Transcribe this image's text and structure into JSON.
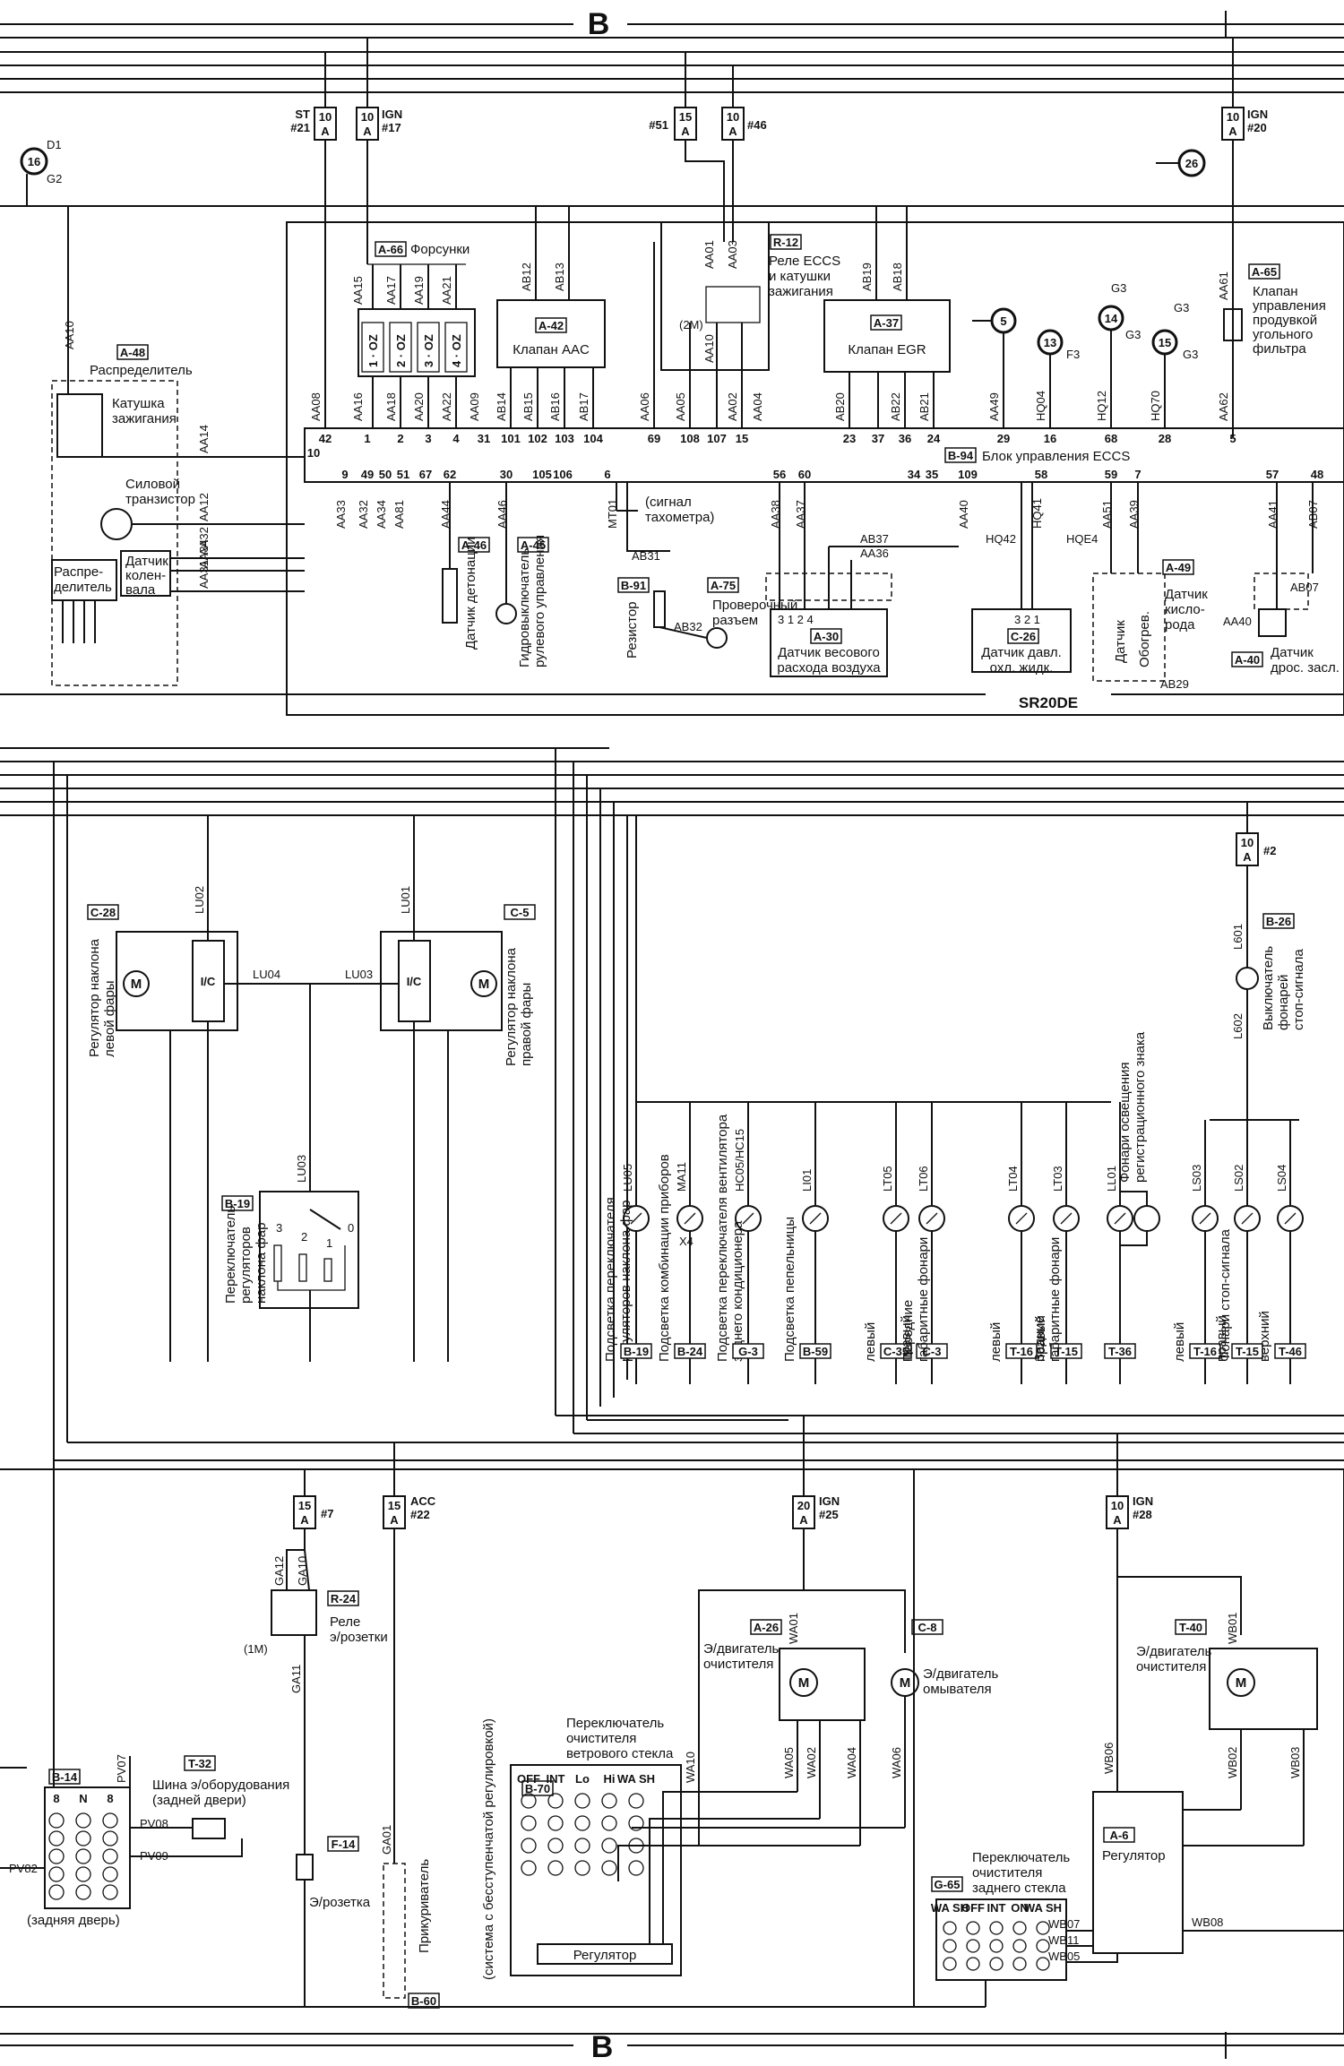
{
  "marker_B": "B",
  "engine_label": "SR20DE",
  "fuses": [
    {
      "id": "st21",
      "amp": "10",
      "unit": "A",
      "name": "ST",
      "num": "#21"
    },
    {
      "id": "ign17",
      "amp": "10",
      "unit": "A",
      "name": "IGN",
      "num": "#17"
    },
    {
      "id": "f51",
      "amp": "15",
      "unit": "A",
      "name": "",
      "num": "#51"
    },
    {
      "id": "f46",
      "amp": "10",
      "unit": "A",
      "name": "",
      "num": "#46"
    },
    {
      "id": "ign20",
      "amp": "10",
      "unit": "A",
      "name": "IGN",
      "num": "#20"
    },
    {
      "id": "f2",
      "amp": "10",
      "unit": "A",
      "name": "",
      "num": "#2"
    },
    {
      "id": "f7",
      "amp": "15",
      "unit": "A",
      "name": "",
      "num": "#7"
    },
    {
      "id": "acc22",
      "amp": "15",
      "unit": "A",
      "name": "ACC",
      "num": "#22"
    },
    {
      "id": "ign25",
      "amp": "20",
      "unit": "A",
      "name": "IGN",
      "num": "#25"
    },
    {
      "id": "ign28",
      "amp": "10",
      "unit": "A",
      "name": "IGN",
      "num": "#28"
    }
  ],
  "top": {
    "ref16": "16",
    "ref16_d1": "D1",
    "ref16_g2": "G2",
    "ref26": "26",
    "distributor_tag": "A-48",
    "distributor": "Распределитель",
    "ign_coil": [
      "Катушка",
      "зажигания"
    ],
    "power_transistor": [
      "Силовой",
      "транзистор"
    ],
    "crank_sensor": [
      "Датчик",
      "колен-",
      "вала"
    ],
    "distributor_inner": [
      "Распре-",
      "делитель"
    ],
    "injectors_tag": "A-66",
    "injectors": "Форсунки",
    "injector_cells": [
      "1 · OZ",
      "2 · OZ",
      "3 · OZ",
      "4 · OZ"
    ],
    "aac_tag": "A-42",
    "aac": "Клапан AAC",
    "eccs_relay_tag": "R-12",
    "eccs_relay": [
      "Реле ECCS",
      "и катушки",
      "зажигания"
    ],
    "relay_2m": "(2M)",
    "egr_tag": "A-37",
    "egr": "Клапан EGR",
    "ref5": "5",
    "ref13": "13",
    "ref13_f3": "F3",
    "ref14": "14",
    "ref14_g3a": "G3",
    "ref14_g3b": "G3",
    "ref15": "15",
    "ref15_g3a": "G3",
    "ref15_g3b": "G3",
    "purge_tag": "A-65",
    "purge": [
      "Клапан",
      "управления",
      "продувкой",
      "угольного",
      "фильтра"
    ],
    "ecu_tag": "B-94",
    "ecu": "Блок управления ECCS",
    "ecu_top_pins": [
      "42",
      "1",
      "2",
      "3",
      "4",
      "31",
      "101",
      "102",
      "103",
      "104",
      "69",
      "108",
      "107",
      "15",
      "23",
      "37",
      "36",
      "24",
      "29",
      "16",
      "68",
      "28",
      "5"
    ],
    "ecu_bot_pins": [
      "10",
      "9",
      "49",
      "50",
      "51",
      "67",
      "62",
      "30",
      "105",
      "106",
      "6",
      "56",
      "60",
      "34",
      "35",
      "109",
      "58",
      "59",
      "7",
      "57",
      "48"
    ],
    "knock_tag": "A-46",
    "knock": "Датчик детонации",
    "psw_tag": "A-45",
    "psw": [
      "Гидровыключатель",
      "рулевого управления"
    ],
    "tacho": [
      "(сигнал",
      "тахометра)"
    ],
    "resistor_tag": "B-91",
    "resistor": "Резистор",
    "check_tag": "A-75",
    "check": [
      "Проверочный",
      "разъем"
    ],
    "maf_tag": "A-30",
    "maf": [
      "Датчик весового",
      "расхода воздуха"
    ],
    "maf_pins": "3  1  2  4",
    "coolant_tag": "C-26",
    "coolant": [
      "Датчик давл.",
      "охл. жидк."
    ],
    "coolant_pins": "3 2 1",
    "o2_tag": "A-49",
    "o2_sensor": "Датчик",
    "o2_heater": "Обогрев.",
    "o2": [
      "Датчик",
      "кисло-",
      "рода"
    ],
    "tps_tag": "A-40",
    "tps": [
      "Датчик",
      "дрос. засл."
    ],
    "wires": {
      "aa10": "AA10",
      "aa14": "AA14",
      "aa12": "AA12",
      "aa32": "AA32",
      "aa34": "AA34",
      "aa31": "AA31",
      "aa08": "AA08",
      "aa15": "AA15",
      "aa17": "AA17",
      "aa19": "AA19",
      "aa21": "AA21",
      "aa16": "AA16",
      "aa18": "AA18",
      "aa20": "AA20",
      "aa22": "AA22",
      "aa09": "AA09",
      "ab12": "AB12",
      "ab13": "AB13",
      "ab14": "AB14",
      "ab15": "AB15",
      "ab16": "AB16",
      "ab17": "AB17",
      "aa01": "AA01",
      "aa03": "AA03",
      "aa10r": "AA10",
      "aa02": "AA02",
      "aa06": "AA06",
      "aa05": "AA05",
      "aa04": "AA04",
      "ab19": "AB19",
      "ab18": "AB18",
      "ab20": "AB20",
      "ab22": "AB22",
      "ab21": "AB21",
      "aa49": "AA49",
      "hq04": "HQ04",
      "hq12": "HQ12",
      "hq70": "HQ70",
      "aa61": "AA61",
      "aa62": "AA62",
      "aa33": "AA33",
      "aa32b": "AA32",
      "aa34b": "AA34",
      "aa81": "AA81",
      "aa44": "AA44",
      "aa46": "AA46",
      "mt01": "MT01",
      "ab31": "AB31",
      "ab32": "AB32",
      "aa38": "AA38",
      "aa37": "AA37",
      "ab37": "AB37",
      "aa36": "AA36",
      "aa40": "AA40",
      "hq41": "HQ41",
      "hq42": "HQ42",
      "hqe4": "HQE4",
      "aa51": "AA51",
      "aa39": "AA39",
      "aa41": "AA41",
      "ab07": "AB07",
      "ab07b": "AB07",
      "aa40b": "AA40",
      "ab29": "AB29"
    }
  },
  "mid": {
    "left_lev_tag": "C-28",
    "left_lev": [
      "Регулятор наклона",
      "левой фары"
    ],
    "right_lev_tag": "C-5",
    "right_lev": [
      "Регулятор наклона",
      "правой фары"
    ],
    "lu02": "LU02",
    "lu01": "LU01",
    "lu04": "LU04",
    "lu03": "LU03",
    "lu05": "LU05",
    "ic": "I/C",
    "lev_switch_tag": "B-19",
    "lev_switch": [
      "Переключатель",
      "регуляторов",
      "наклона фар"
    ],
    "switch_pos": [
      "3",
      "2",
      "1",
      "0"
    ],
    "stop_sw_tag": "B-26",
    "stop_sw": [
      "Выключатель",
      "фонарей",
      "стоп-сигнала"
    ],
    "l601": "L601",
    "l602": "L602",
    "plate_lamp": [
      "Фонари освещения",
      "регистрационного знака"
    ],
    "lamps": [
      {
        "wire": "LU05",
        "text": [
          "Подсветка переключателя",
          "регуляторов наклона фар"
        ],
        "tag": "B-19"
      },
      {
        "wire": "MA11",
        "text": [
          "Подсветка комбинации приборов"
        ],
        "tag": "B-24",
        "extra": "X4"
      },
      {
        "wire": "HC05/HC15",
        "text": [
          "Подсветка переключателя вентилятора",
          "заднего кондиционера"
        ],
        "tag": "G-3"
      },
      {
        "wire": "LI01",
        "text": [
          "Подсветка пепельницы"
        ],
        "tag": "B-59"
      },
      {
        "wire": "LT05",
        "text": [
          "левый"
        ],
        "tag": "C-35"
      },
      {
        "wire": "LT06",
        "text": [
          "правый"
        ],
        "tag": "C-3"
      },
      {
        "wire": "LT04",
        "text": [
          "левый"
        ],
        "tag": "T-16"
      },
      {
        "wire": "LT03",
        "text": [
          "правый"
        ],
        "tag": "T-15"
      },
      {
        "wire": "LL01",
        "text": [
          ""
        ],
        "tag": "T-36"
      },
      {
        "wire": "LS03",
        "text": [
          "левый"
        ],
        "tag": "T-16"
      },
      {
        "wire": "LS02",
        "text": [
          "правый"
        ],
        "tag": "T-15"
      },
      {
        "wire": "LS04",
        "text": [
          "верхний"
        ],
        "tag": "T-46"
      }
    ],
    "front_pos": [
      "Передние",
      "габаритные фонари"
    ],
    "rear_pos": [
      "Задние",
      "габаритные фонари"
    ],
    "stop_lamps": "Фонари стоп-сигнала"
  },
  "bottom": {
    "relay_tag": "R-24",
    "relay": [
      "Реле",
      "э/розетки"
    ],
    "relay_1m": "(1M)",
    "ga12": "GA12",
    "ga10": "GA10",
    "ga11": "GA11",
    "ga01": "GA01",
    "socket_tag": "F-14",
    "socket": "Э/розетка",
    "lighter_tag": "B-60",
    "lighter": "Прикуриватель",
    "bus_tag": "B-14",
    "bus": [
      "Шина э/оборудования",
      "(задней двери)"
    ],
    "bus_tag2": "T-32",
    "bus_cols": [
      "8",
      "N",
      "8"
    ],
    "pv07": "PV07",
    "pv08": "PV08",
    "pv09": "PV09",
    "pv82": "PV82",
    "rear_door": "(задняя дверь)",
    "front_wiper_tag": "A-26",
    "front_wiper": [
      "Э/двигатель",
      "очистителя"
    ],
    "washer_tag": "C-8",
    "washer": [
      "Э/двигатель",
      "омывателя"
    ],
    "wa01": "WA01",
    "wa05": "WA05",
    "wa02": "WA02",
    "wa04": "WA04",
    "wa06": "WA06",
    "wa10": "WA10",
    "ws_switch_tag": "B-70",
    "ws_switch": [
      "Переключатель",
      "очистителя",
      "ветрового стекла"
    ],
    "ws_cols": [
      "OFF",
      "INT",
      "Lo",
      "Hi",
      "WA SH"
    ],
    "ws_regulator": "Регулятор",
    "ws_note": "(система с бесступенчатой регулировкой)",
    "rear_wiper_tag": "T-40",
    "rear_wiper": [
      "Э/двигатель",
      "очистителя"
    ],
    "wb01": "WB01",
    "wb02": "WB02",
    "wb03": "WB03",
    "wb06": "WB06",
    "wb07": "WB07",
    "wb11": "WB11",
    "wb05": "WB05",
    "wb08": "WB08",
    "reg_tag": "A-6",
    "reg": "Регулятор",
    "rear_switch_tag": "G-65",
    "rear_switch": [
      "Переключатель",
      "очистителя",
      "заднего стекла"
    ],
    "rear_cols": [
      "WA SH",
      "OFF",
      "INT",
      "ON",
      "WA SH"
    ]
  },
  "colors": {
    "line": "#111111",
    "paper": "#ffffff"
  }
}
